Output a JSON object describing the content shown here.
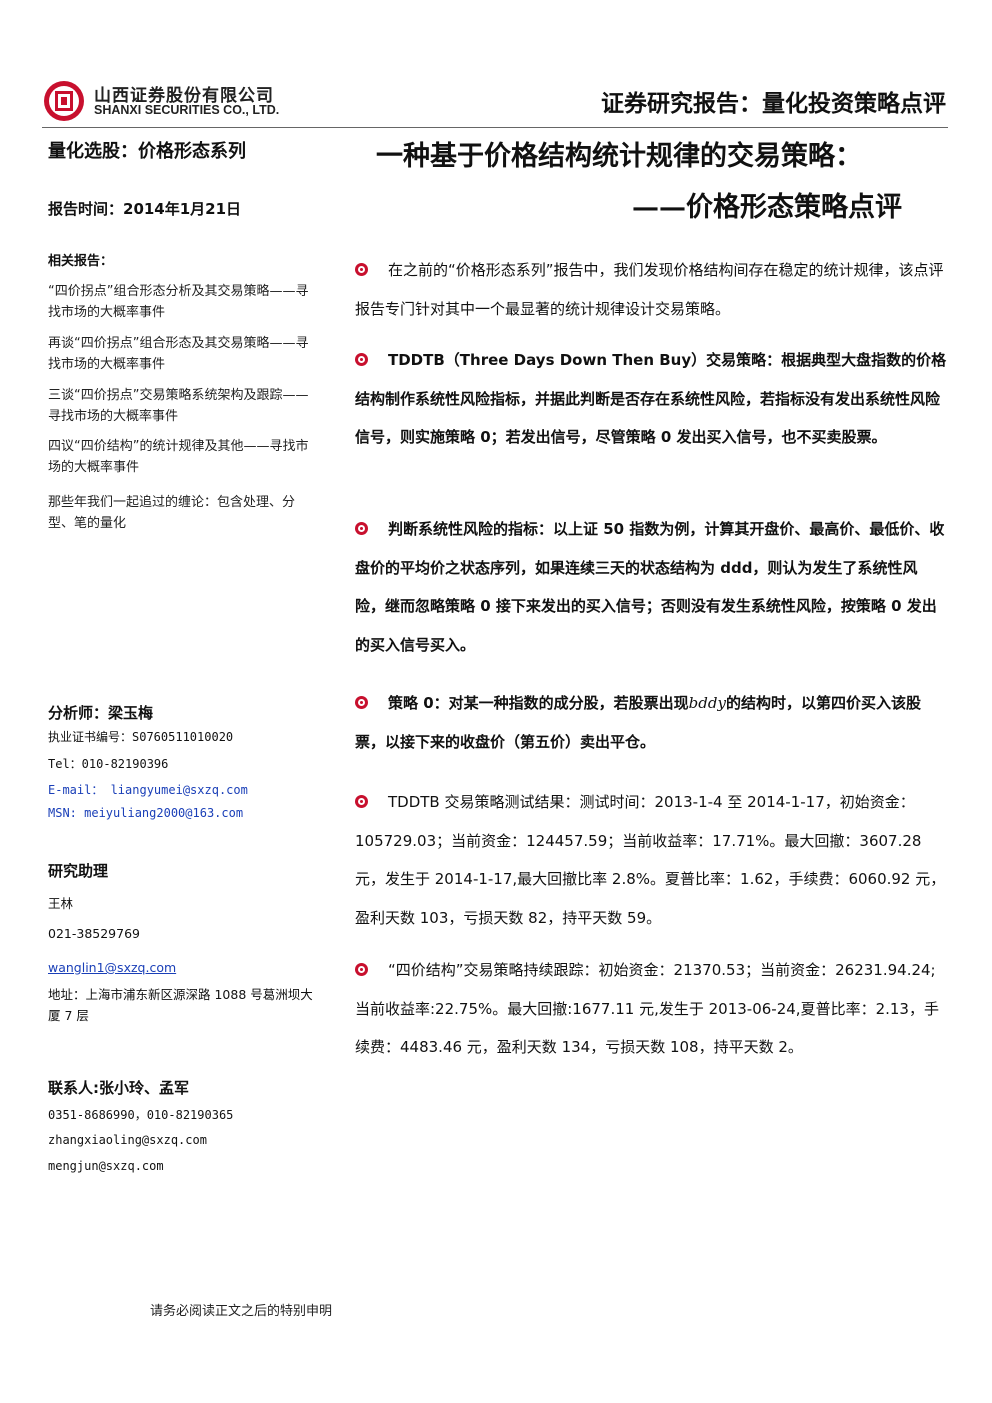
{
  "header": {
    "company_cn": "山西证券股份有限公司",
    "company_en": "SHANXI SECURITIES CO., LTD.",
    "report_type": "证券研究报告：量化投资策略点评",
    "brand_color": "#c8102e"
  },
  "sidebar": {
    "series": "量化选股：价格形态系列",
    "date": "报告时间：2014年1月21日",
    "related_heading": "相关报告：",
    "related_reports": [
      "“四价拐点”组合形态分析及其交易策略——寻找市场的大概率事件",
      "再谈“四价拐点”组合形态及其交易策略——寻找市场的大概率事件",
      "三谈“四价拐点”交易策略系统架构及跟踪——寻找市场的大概率事件",
      "四议“四价结构”的统计规律及其他——寻找市场的大概率事件",
      "那些年我们一起追过的缠论：包含处理、分型、笔的量化"
    ],
    "analyst_label": "分析师：梁玉梅",
    "analyst_cert": "执业证书编号：S0760511010020",
    "analyst_tel": "Tel：010-82190396",
    "analyst_email": "E-mail： liangyumei@sxzq.com",
    "analyst_msn": "MSN:  meiyuliang2000@163.com",
    "assistant_label": "研究助理",
    "assistant_name": "王林",
    "assistant_tel": "021-38529769",
    "assistant_email": "wanglin1@sxzq.com",
    "address": "地址：上海市浦东新区源深路 1088 号葛洲坝大厦 7 层",
    "contact_label": "联系人:张小玲、孟军",
    "contact_tel": "0351-8686990，010-82190365",
    "contact_email1": "zhangxiaoling@sxzq.com",
    "contact_email2": "mengjun@sxzq.com"
  },
  "main": {
    "title_line1": "一种基于价格结构统计规律的交易策略：",
    "title_line2": "——价格形态策略点评",
    "p1": "在之前的“价格形态系列”报告中，我们发现价格结构间存在稳定的统计规律，该点评报告专门针对其中一个最显著的统计规律设计交易策略。",
    "p2": "TDDTB（Three Days Down Then Buy）交易策略：根据典型大盘指数的价格结构制作系统性风险指标，并据此判断是否存在系统性风险，若指标没有发出系统性风险信号，则实施策略 0；若发出信号，尽管策略 0 发出买入信号，也不买卖股票。",
    "p3": "判断系统性风险的指标：以上证 50 指数为例，计算其开盘价、最高价、最低价、收盘价的平均价之状态序列，如果连续三天的状态结构为 ddd，则认为发生了系统性风险，继而忽略策略 0 接下来发出的买入信号；否则没有发生系统性风险，按策略 0 发出的买入信号买入。",
    "p4_a": "策略 0：对某一种指数的成分股，若股票出现",
    "p4_italic": "bddy",
    "p4_b": "的结构时，以第四价买入该股票，以接下来的收盘价（第五价）卖出平仓。",
    "p5": "TDDTB 交易策略测试结果：测试时间：2013-1-4 至 2014-1-17，初始资金：105729.03；当前资金：124457.59；当前收益率：17.71%。最大回撤：3607.28 元，发生于 2014-1-17,最大回撤比率 2.8%。夏普比率：1.62，手续费：6060.92 元，盈利天数 103，亏损天数 82，持平天数 59。",
    "p6": "“四价结构”交易策略持续跟踪：初始资金：21370.53；当前资金：26231.94.24;当前收益率:22.75%。最大回撤:1677.11 元,发生于 2013-06-24,夏普比率：2.13，手续费：4483.46 元，盈利天数 134，亏损天数 108，持平天数 2。"
  },
  "footer": {
    "note": "请务必阅读正文之后的特别申明"
  }
}
